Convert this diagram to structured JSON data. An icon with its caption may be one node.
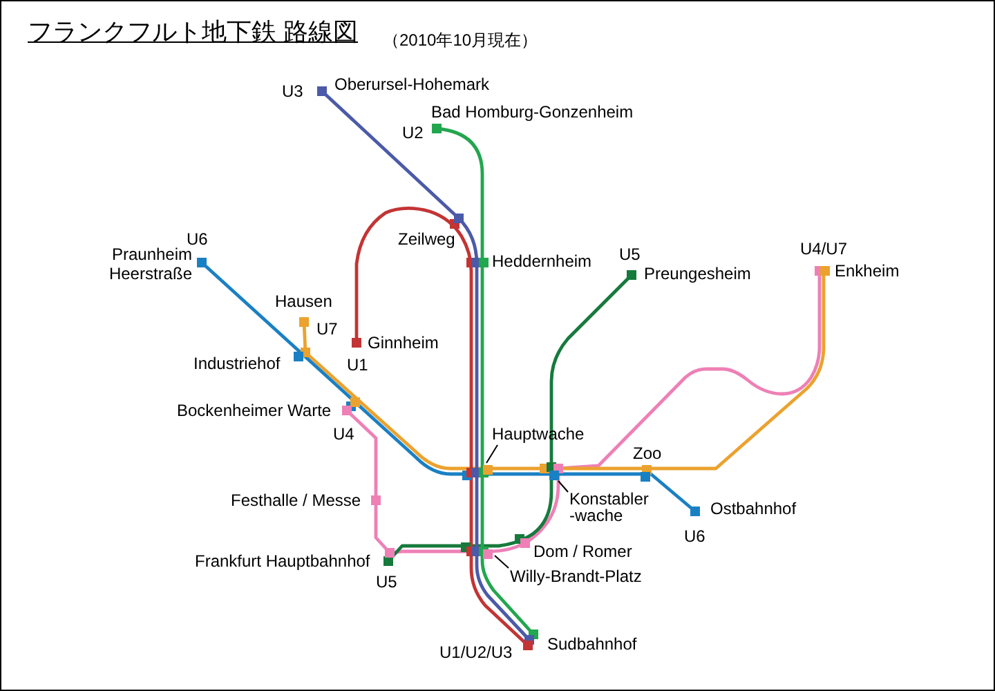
{
  "diagram": {
    "title": "フランクフルト地下鉄 路線図",
    "caption": "（2010年10月現在）",
    "nodes": [
      {
        "text": [
          "Hauptwache"
        ]
      },
      {
        "text": [
          "Konstabler -wache"
        ]
      },
      {
        "text": [
          "Willy-Brandt-Platz"
        ]
      }
    ],
    "edges": [
      {
        "from": 0,
        "to": null,
        "arrow": "none"
      },
      {
        "from": 1,
        "to": null,
        "arrow": "none"
      },
      {
        "from": 2,
        "to": null,
        "arrow": "none"
      }
    ],
    "labels": [
      "U3",
      "Oberursel-Hohemark",
      "Bad Homburg-Gonzenheim",
      "U2",
      "Zeilweg",
      "U6",
      "Praunheim Heerstraße",
      "Heddernheim",
      "U5",
      "Preungesheim",
      "U4/U7",
      "Enkheim",
      "Hausen",
      "U7",
      "Ginnheim",
      "Industriehof",
      "U1",
      "Bockenheimer Warte",
      "U4",
      "Zoo",
      "Festhalle / Messe",
      "Ostbahnhof",
      "U6",
      "Dom / Romer",
      "Frankfurt Hauptbahnhof",
      "U5",
      "Sudbahnhof",
      "U1/U2/U3"
    ]
  }
}
